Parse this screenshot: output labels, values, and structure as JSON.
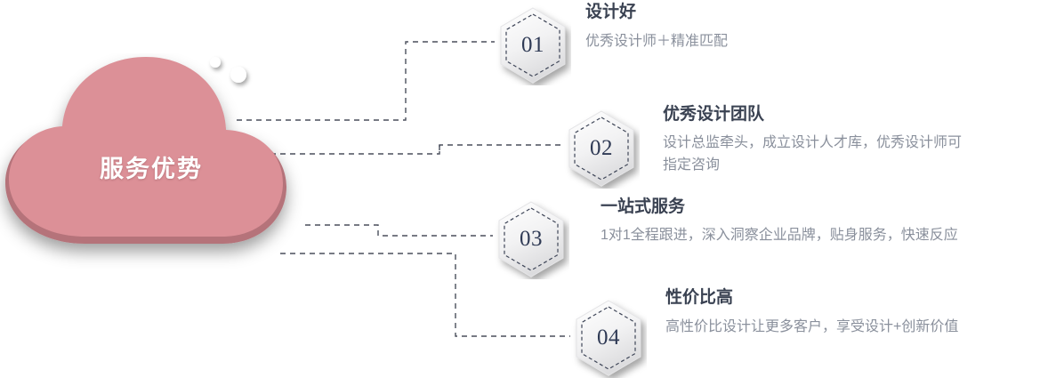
{
  "cloud": {
    "label": "服务优势",
    "fill": "#dc9097",
    "rim": "#b5737a",
    "text_color": "#ffffff"
  },
  "theme": {
    "heading_color": "#3a4252",
    "body_color": "#8a909c",
    "hex_number_color": "#2f3a55",
    "hex_fill": "#f1f1f2",
    "connector_color": "#4a4f5c"
  },
  "items": [
    {
      "number": "01",
      "heading": "设计好",
      "body": "优秀设计师＋精准匹配"
    },
    {
      "number": "02",
      "heading": "优秀设计团队",
      "body": "设计总监牵头，成立设计人才库，优秀设计师可指定咨询"
    },
    {
      "number": "03",
      "heading": "一站式服务",
      "body": "1对1全程跟进，深入洞察企业品牌，贴身服务，快速反应"
    },
    {
      "number": "04",
      "heading": "性价比高",
      "body": "高性价比设计让更多客户，享受设计+创新价值"
    }
  ]
}
